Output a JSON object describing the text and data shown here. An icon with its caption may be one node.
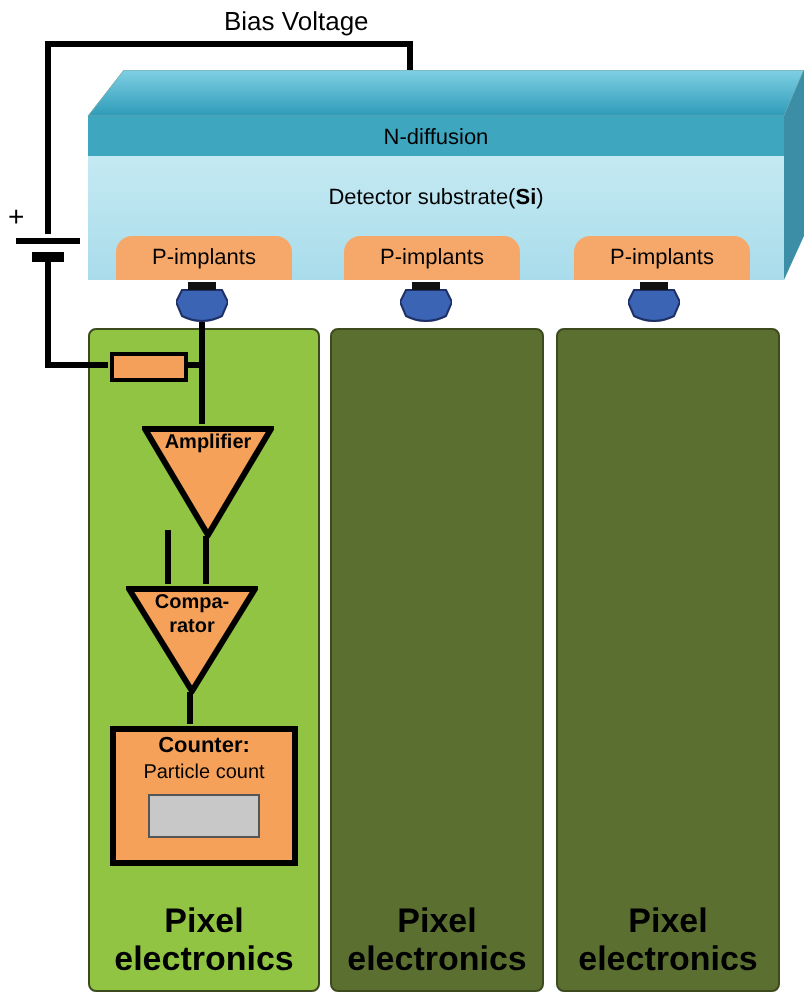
{
  "diagram": {
    "nodes": [
      {
        "text": [
          "N-diffusion",
          "Detector substrate(**Si**)"
        ]
      },
      {
        "text": [
          "P-implants"
        ],
        "in": 0
      },
      {
        "text": [
          "P-implants"
        ],
        "in": 0
      },
      {
        "text": [
          "P-implants"
        ],
        "in": 0
      },
      {
        "text": [],
        "shape": "ellipse"
      },
      {
        "text": [],
        "shape": "ellipse"
      },
      {
        "text": [],
        "shape": "ellipse"
      },
      {
        "text": [],
        "shape": "battery"
      },
      {
        "text": [
          "Pixel electronics"
        ]
      },
      {
        "text": [
          "Pixel electronics"
        ]
      },
      {
        "text": [
          "Pixel electronics"
        ]
      },
      {
        "text": [],
        "shape": "box",
        "in": 8
      },
      {
        "text": [
          "Amplifier"
        ],
        "in": 8
      },
      {
        "text": [
          "Compa-rator"
        ],
        "in": 8
      },
      {
        "text": [
          "Counter:",
          "Particle count"
        ],
        "in": 8
      }
    ],
    "edges": [
      {
        "from": 7,
        "to": 0,
        "arrow": "none",
        "label": "Bias Voltage"
      },
      {
        "from": 7,
        "to": 11,
        "arrow": "none"
      },
      {
        "from": 4,
        "to": 12,
        "arrow": "none"
      },
      {
        "from": 11,
        "to": 12,
        "arrow": "none"
      },
      {
        "from": 12,
        "to": 13,
        "arrow": "none"
      },
      {
        "from": null,
        "to": 13,
        "arrow": "none"
      },
      {
        "from": 13,
        "to": 14,
        "arrow": "none"
      }
    ],
    "labels": [
      "+"
    ]
  }
}
